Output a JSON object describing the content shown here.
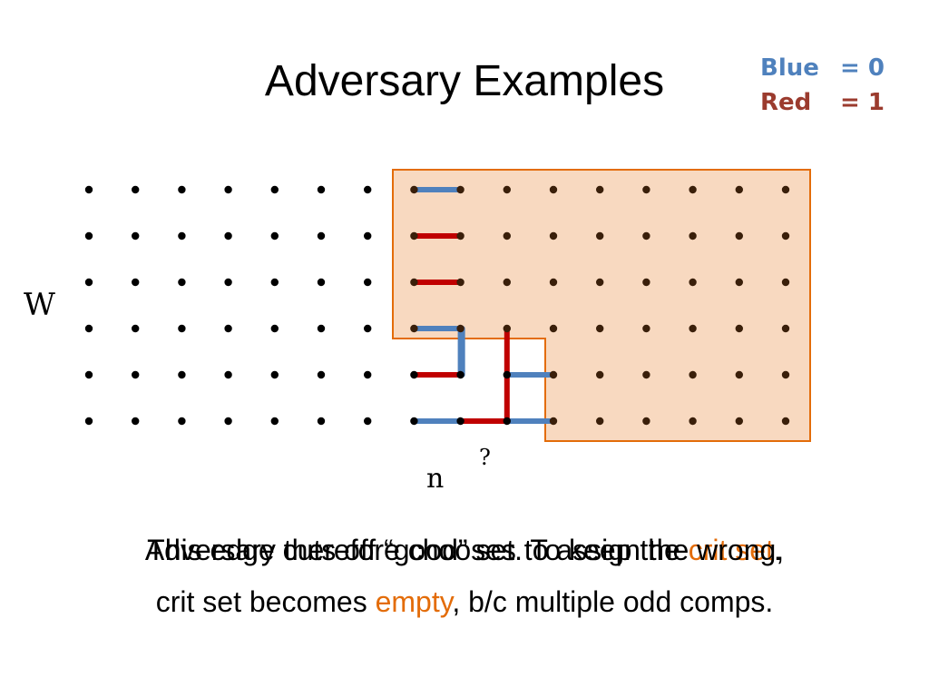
{
  "title": "Adversary Examples",
  "legend": {
    "blue_name": "Blue",
    "blue_value": "= 0",
    "red_name": "Red",
    "red_value": "= 1"
  },
  "labels": {
    "w": "W",
    "n": "n",
    "question": "?"
  },
  "caption_overlap_a": {
    "text_before": "This edge cuts off “good” set. To keep the ",
    "highlight": "crit set",
    "text_after": "."
  },
  "caption_overlap_b": {
    "line1": "Adversary therefore chooses to assign the wrong,",
    "line2_before": "crit set becomes ",
    "line2_highlight": "empty",
    "line2_after": ", b/c multiple odd comps."
  },
  "colors": {
    "blue": "#4f81bd",
    "red": "#c00000",
    "region_fill": "#f8d9c0",
    "region_stroke": "#e36c09",
    "highlight": "#e36c09"
  }
}
